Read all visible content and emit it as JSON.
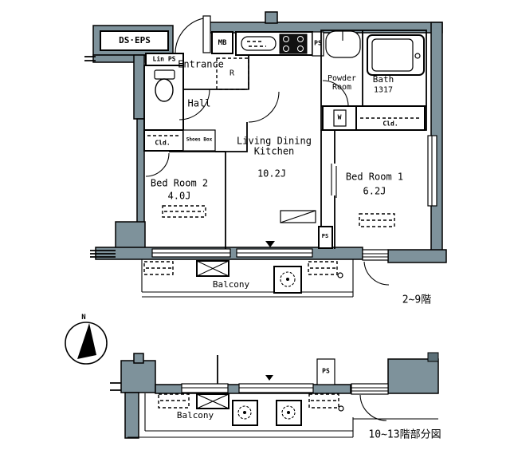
{
  "plan": {
    "colors": {
      "wall": "#7e929b",
      "line": "#000000",
      "background": "#ffffff"
    },
    "main": {
      "floor_label": "2~9階",
      "rooms": {
        "entrance": "Entrance",
        "hall": "Hall",
        "living": "Living Dining Kitchen",
        "living_size": "10.2J",
        "bed2": "Bed Room 2",
        "bed2_size": "4.0J",
        "bed1": "Bed Room 1",
        "bed1_size": "6.2J",
        "powder": "Powder Room",
        "bath": "Bath",
        "bath_size": "1317",
        "balcony": "Balcony"
      },
      "fixtures": {
        "ds_eps": "DS·EPS",
        "mb": "MB",
        "ps_top": "PS",
        "lin_ps": "Lin PS",
        "refrigerator": "R",
        "shoes_box": "Shoes Box",
        "closet_hall": "Cld.",
        "closet_bed1": "Cld.",
        "washer": "W",
        "ps_bottom": "PS"
      }
    },
    "partial": {
      "floor_label": "10~13階部分図",
      "rooms": {
        "balcony": "Balcony"
      },
      "fixtures": {
        "ps": "PS"
      }
    },
    "compass": {
      "north": "N"
    }
  }
}
